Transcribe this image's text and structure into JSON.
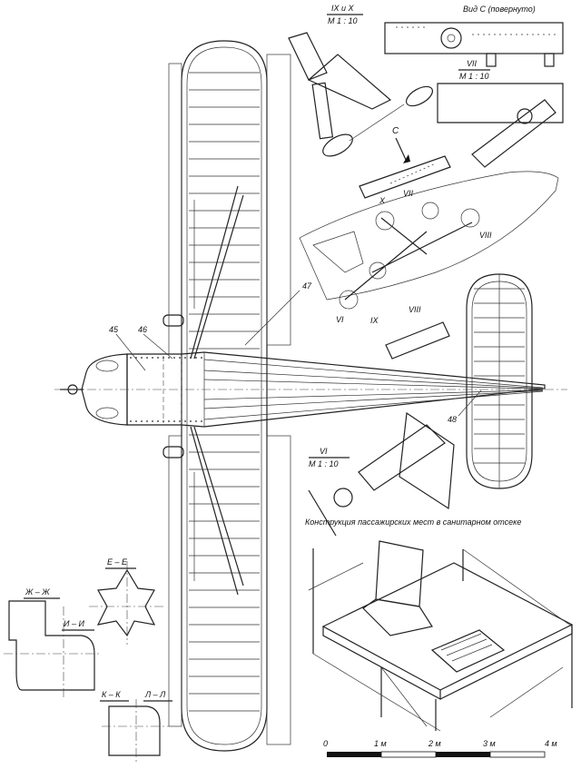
{
  "view_c_title": "Вид С (повернуто)",
  "detail_ix_x": {
    "name": "IX и X",
    "scale": "М 1 : 10"
  },
  "detail_vii": {
    "name": "VII",
    "scale": "М 1 : 10"
  },
  "detail_vi": {
    "name": "VI",
    "scale": "М 1 : 10"
  },
  "arrow_c": "С",
  "fuselage_callouts": {
    "x": "X",
    "vii": "VII",
    "viii_right": "VIII",
    "vi": "VI",
    "ix": "IX",
    "viii_lower": "VIII"
  },
  "part_numbers": {
    "p45": "45",
    "p46": "46",
    "p47": "47",
    "p48": "48"
  },
  "cabin_caption": "Конструкция пассажирских мест в санитарном отсеке",
  "sections": {
    "e": "Е – Е",
    "zh": "Ж – Ж",
    "i": "И – И",
    "k": "К – К",
    "l": "Л – Л"
  },
  "scale_bar": {
    "ticks": [
      "0",
      "1 м",
      "2 м",
      "3 м",
      "4 м"
    ]
  }
}
